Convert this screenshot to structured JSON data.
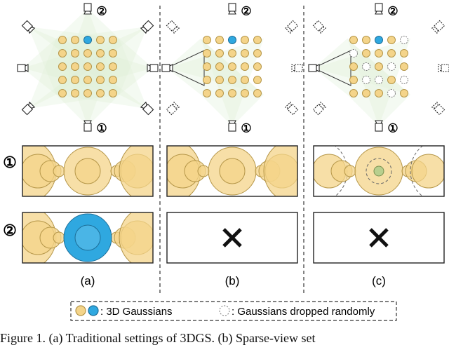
{
  "views": {
    "view1": "①",
    "view2": "②"
  },
  "row_labels": [
    "①",
    "②"
  ],
  "panels": [
    {
      "label": "(a)",
      "variant": "traditional"
    },
    {
      "label": "(b)",
      "variant": "sparse"
    },
    {
      "label": "(c)",
      "variant": "dropped"
    }
  ],
  "legend": {
    "gaussians": ": 3D Gaussians",
    "dropped": ": Gaussians dropped randomly"
  },
  "caption": "Figure 1.    (a) Traditional settings of 3DGS. (b) Sparse-view set",
  "colors": {
    "gaussian_fill": "#f4d48a",
    "gaussian_stroke": "#b59648",
    "highlight_fill": "#2fa8e0",
    "frustum": "#dcefd4",
    "cross": "#111111"
  },
  "icons": [
    "camera-icon",
    "cross-icon"
  ]
}
